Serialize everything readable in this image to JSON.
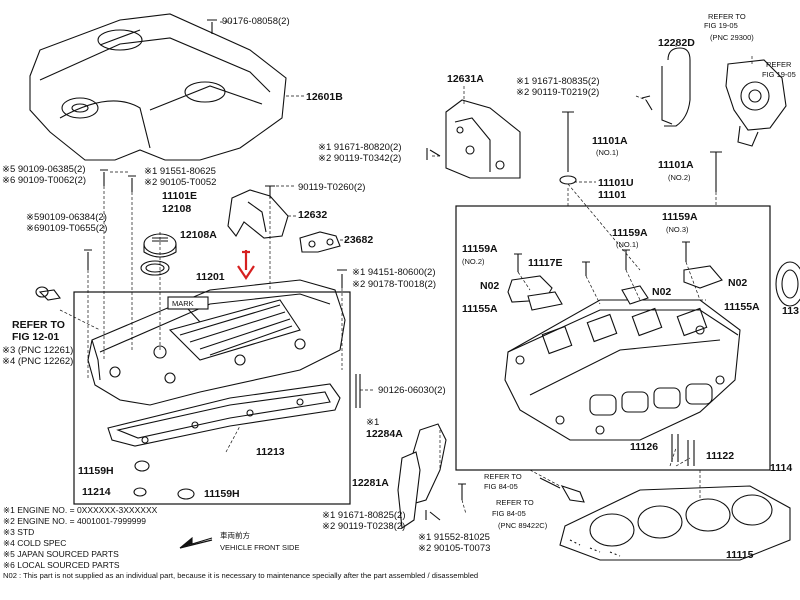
{
  "labels": {
    "p90176": "90176-08058(2)",
    "refer1219a": "REFER TO",
    "refer1219b": "FIG 19-05",
    "refer1219c": "(PNC 29300)",
    "refer1219d": "REFER",
    "refer1219e": "FIG 19-05",
    "p12282d": "12282D",
    "p12601b": "12601B",
    "p12631a": "12631A",
    "r91671a": "※1 91671-80835(2)",
    "r90119a": "※2 90119-T0219(2)",
    "p11101a": "11101A",
    "p11101a_no1": "(NO.1)",
    "p11101a2": "11101A",
    "p11101a2_no2": "(NO.2)",
    "r91671b": "※1 91671-80820(2)",
    "r90119b": "※2 90119-T0342(2)",
    "p11101u": "11101U",
    "p11101": "11101",
    "r90109a": "※5 90109-06385(2)",
    "r90109b": "※6 90109-T0062(2)",
    "r91551a": "※1 91551-80625",
    "r90105a": "※2 90105-T0052",
    "p11101e": "11101E",
    "p12108": "12108",
    "p90119c": "90119-T0260(2)",
    "p12632": "12632",
    "r590109": "※590109-06384(2)",
    "r690109": "※690109-T0655(2)",
    "p12108a": "12108A",
    "p23682": "23682",
    "p11159a_left": "11159A",
    "p11159a_left_no": "(NO.2)",
    "p11117e": "11117E",
    "p11159a_mid": "11159A",
    "p11159a_mid_no": "(NO.1)",
    "p11159a_r": "11159A",
    "p11159a_r_no": "(NO.3)",
    "p11201": "11201",
    "r94151": "※1 94151-80600(2)",
    "r90178": "※2 90178-T0018(2)",
    "n02a": "N02",
    "n02b": "N02",
    "n02c": "N02",
    "p11155a_l": "11155A",
    "p11155a_r": "11155A",
    "p113x": "113",
    "mark": "MARK",
    "refer1201a": "REFER TO",
    "refer1201b": "FIG 12-01",
    "pnc12261": "※3 (PNC 12261)",
    "pnc12262": "※4 (PNC 12262)",
    "p90126": "90126-06030(2)",
    "p11213": "11213",
    "r1_12284a": "※1",
    "p12284a": "12284A",
    "p11126": "11126",
    "p11122": "11122",
    "p1114x": "1114",
    "p11159h_a": "11159H",
    "p11214": "11214",
    "p11159h_b": "11159H",
    "p12281a": "12281A",
    "refer8405a1": "REFER TO",
    "refer8405a2": "FIG 84-05",
    "refer8405b1": "REFER TO",
    "refer8405b2": "FIG 84-05",
    "refer8405b3": "(PNC 89422C)",
    "r91671c": "※1 91671-80825(2)",
    "r90119c": "※2 90119-T0238(2)",
    "r91552": "※1 91552-81025",
    "r90105b": "※2 90105-T0073",
    "p11115": "11115",
    "front_jp": "車両前方",
    "front_en": "VEHICLE FRONT SIDE"
  },
  "notes": [
    "※1  ENGINE NO. = 0XXXXXX-3XXXXXX",
    "※2  ENGINE NO. = 4001001-7999999",
    "※3  STD",
    "※4  COLD SPEC",
    "※5  JAPAN SOURCED PARTS",
    "※6  LOCAL SOURCED PARTS",
    "N02 : This part is not supplied as an individual part, because it is necessary to maintenance specially after the part assembled / disassembled"
  ],
  "colors": {
    "ink": "#111111",
    "highlight_arrow": "#d62020",
    "background": "#ffffff"
  }
}
